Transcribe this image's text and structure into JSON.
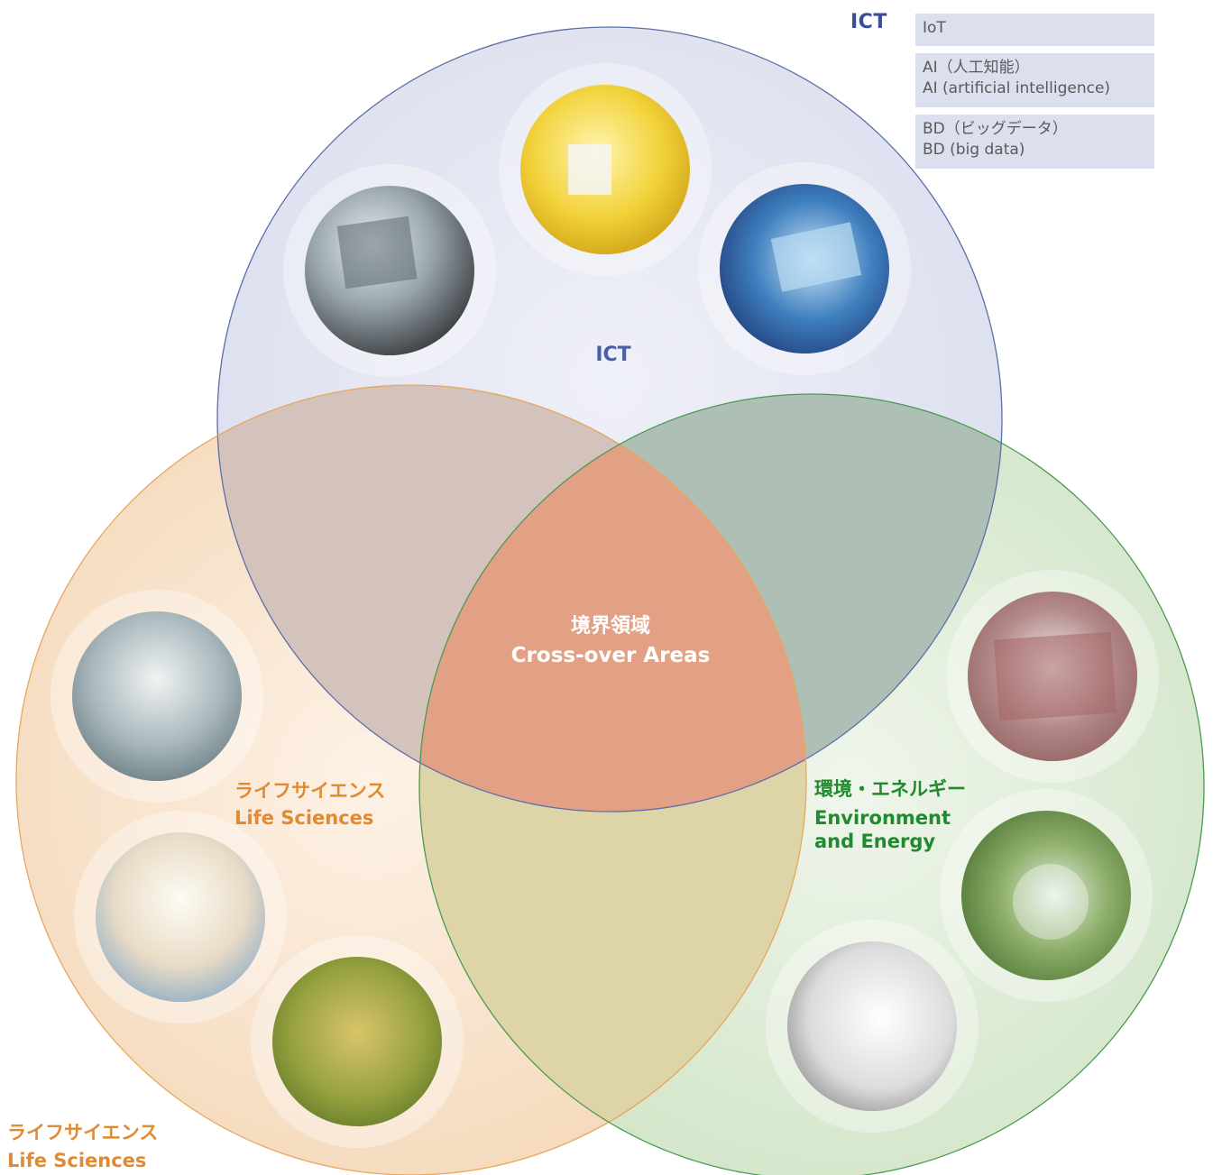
{
  "corner": {
    "title": "ICT"
  },
  "chips": [
    {
      "lines": [
        "IoT"
      ]
    },
    {
      "lines": [
        "AI（人工知能）",
        "AI (artificial intelligence)"
      ]
    },
    {
      "lines": [
        "BD（ビッグデータ）",
        "BD (big data)"
      ]
    }
  ],
  "ict": {
    "label": "ICT"
  },
  "center": {
    "jp": "境界領域",
    "en": "Cross-over Areas"
  },
  "life": {
    "jp": "ライフサイエンス",
    "en": "Life Sciences"
  },
  "env": {
    "jp": "環境・エネルギー",
    "en1": "Environment",
    "en2": "and Energy"
  },
  "bottom": {
    "jp": "ライフサイエンス",
    "en": "Life Sciences"
  },
  "colors": {
    "ict_stroke": "#5b6fa8",
    "ict_fill": "#e4e6f2",
    "life_stroke": "#e8a65e",
    "life_fill": "#f8e2cc",
    "env_stroke": "#4a9a52",
    "env_fill": "#d8e8cf",
    "center_fill": "#e2a084"
  },
  "icons": [
    "laptop-photo",
    "cleanroom-photo",
    "tablet-touch-photo",
    "surgeons-photo",
    "pills-photo",
    "rice-plant-photo",
    "flexible-solar-photo",
    "glass-globe-photo",
    "white-material-photo"
  ]
}
